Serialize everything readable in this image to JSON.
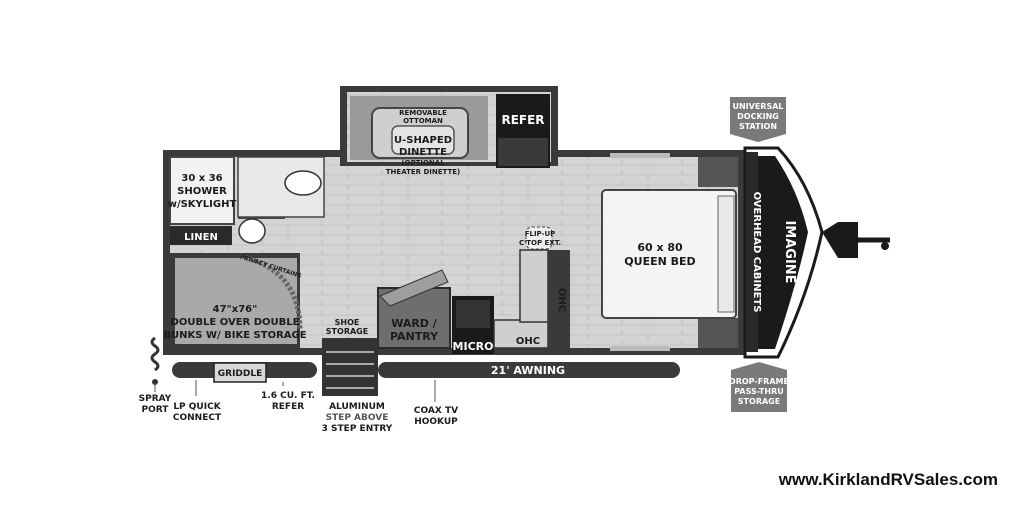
{
  "labels": {
    "refer": "REFER",
    "removable_ottoman": [
      "REMOVABLE",
      "OTTOMAN"
    ],
    "dinette": [
      "U-SHAPED",
      "DINETTE",
      "(OPTIONAL",
      "THEATER DINETTE)"
    ],
    "universal_docking": [
      "UNIVERSAL",
      "DOCKING",
      "STATION"
    ],
    "shower": [
      "30 x 36",
      "SHOWER",
      "w/SKYLIGHT"
    ],
    "linen": "LINEN",
    "privacy_curtains": "PRIVACY CURTAINS",
    "bunks": [
      "47\"x76\"",
      "DOUBLE OVER DOUBLE",
      "BUNKS W/ BIKE STORAGE"
    ],
    "flip_up": [
      "FLIP-UP",
      "C'TOP EXT."
    ],
    "ohc": "OHC",
    "queen_bed": [
      "60 x 80",
      "QUEEN BED"
    ],
    "overhead_cabinets": "OVERHEAD CABINETS",
    "brand": "IMAGINE",
    "shoe_storage": [
      "SHOE",
      "STORAGE"
    ],
    "ward_pantry": [
      "WARD /",
      "PANTRY"
    ],
    "micro": "MICRO",
    "griddle": "GRIDDLE",
    "awning": "21' AWNING",
    "spray_port": [
      "SPRAY",
      "PORT"
    ],
    "lp_quick_connect": [
      "LP QUICK",
      "CONNECT"
    ],
    "refer_small": [
      "1.6 CU. FT.",
      "REFER"
    ],
    "entry": [
      "ALUMINUM",
      "STEP ABOVE",
      "3 STEP ENTRY"
    ],
    "coax": [
      "COAX TV",
      "HOOKUP"
    ],
    "drop_frame": [
      "DROP-FRAME",
      "PASS-THRU",
      "STORAGE"
    ]
  },
  "website": "www.KirklandRVSales.com",
  "colors": {
    "wall": "#3a3a3a",
    "floor": "#d6d6d6",
    "dark": "#1a1a1a",
    "tag": "#7a7a7a"
  }
}
